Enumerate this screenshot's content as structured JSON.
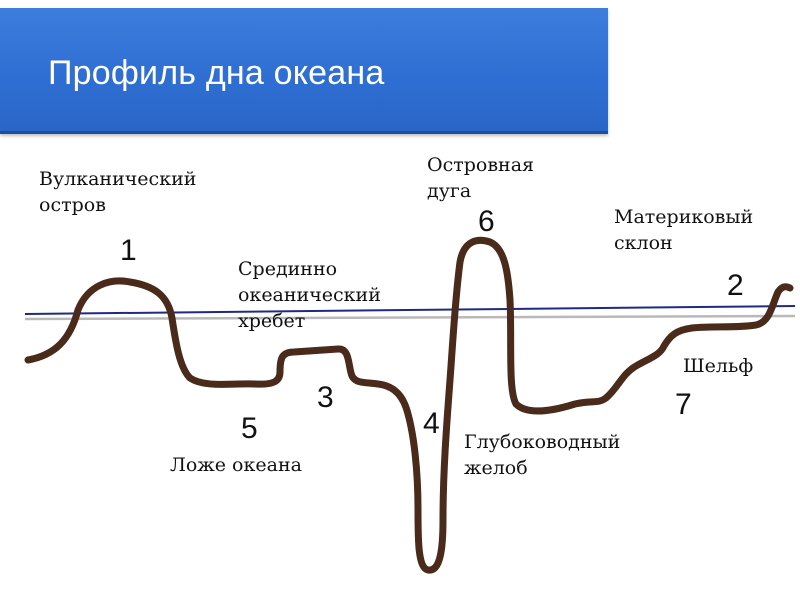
{
  "title": "Профиль дна океана",
  "colors": {
    "banner": "#2f6fd3",
    "profile_line": "#4a2a1a",
    "sea_level_line": "#1f2a80",
    "sea_level_shadow": "#b9b9b9"
  },
  "labels": {
    "volcanic_island": [
      "Вулканический",
      "остров"
    ],
    "island_arc": [
      "Островная",
      "дуга"
    ],
    "continental_slope": [
      "Материковый",
      "склон"
    ],
    "mid_ocean_ridge": [
      "Срединно",
      "океанический",
      "хребет"
    ],
    "shelf": "Шельф",
    "trench": [
      "Глубоководный",
      "желоб"
    ],
    "ocean_floor": "Ложе океана"
  },
  "numbers": {
    "n1": "1",
    "n2": "2",
    "n3": "3",
    "n4": "4",
    "n5": "5",
    "n6": "6",
    "n7": "7"
  }
}
